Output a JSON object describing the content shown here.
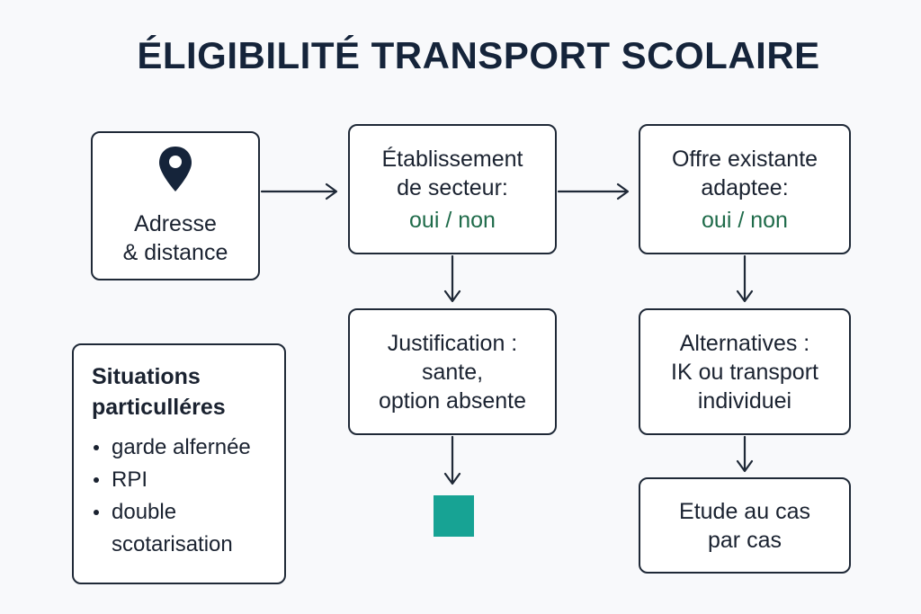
{
  "title": "ÉLIGIBILITÉ TRANSPORT SCOLAIRE",
  "colors": {
    "accent": "#17a394",
    "answer": "#1f6b4a",
    "border": "#1f2937",
    "title": "#15243a"
  },
  "nodes": {
    "address": {
      "icon": "map-pin-icon",
      "line1": "Adresse",
      "line2": "& distance"
    },
    "school": {
      "line1": "Établissement",
      "line2": "de secteur:",
      "answer": "oui / non"
    },
    "offer": {
      "line1": "Offre existante",
      "line2": "adaptee:",
      "answer": "oui / non"
    },
    "justification": {
      "line1": "Justification :",
      "line2": "sante,",
      "line3": "option absente"
    },
    "alternatives": {
      "line1": "Alternatives :",
      "line2": "IK ou transport",
      "line3": "individuei"
    },
    "etude": {
      "line1": "Etude au cas",
      "line2": "par cas"
    },
    "situations": {
      "title_line1": "Situations",
      "title_line2": "particulléres",
      "items": [
        {
          "text": "garde alfernée"
        },
        {
          "text": "RPI"
        },
        {
          "text": "double"
        },
        {
          "text": "scotarisation"
        }
      ]
    }
  }
}
